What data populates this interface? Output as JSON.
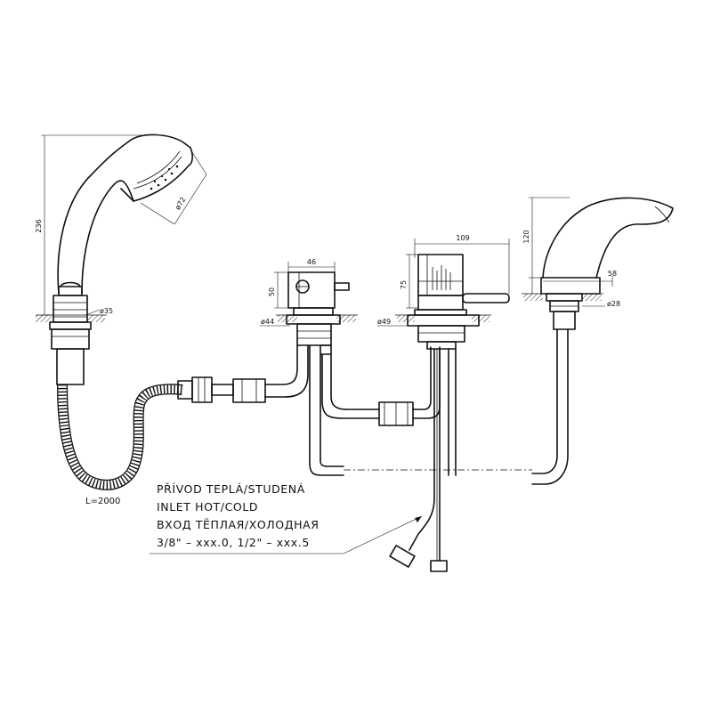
{
  "dimensions": {
    "shower_height": "236",
    "shower_head_diameter": "ø72",
    "shower_base_diameter": "ø35",
    "diverter_width": "46",
    "diverter_height": "50",
    "diverter_base_diameter": "ø44",
    "mixer_width": "109",
    "mixer_height": "75",
    "mixer_base_diameter": "ø49",
    "spout_height": "120",
    "spout_reach": "58",
    "spout_base_diameter": "ø28"
  },
  "hose_length": "L=2000",
  "inlet_note": {
    "line_cz": "PŘÍVOD TEPLÁ/STUDENÁ",
    "line_en": "INLET HOT/COLD",
    "line_ru": "ВХОД ТЁПЛАЯ/ХОЛОДНАЯ",
    "line_codes": "3/8\" – xxx.0, 1/2\" – xxx.5"
  }
}
